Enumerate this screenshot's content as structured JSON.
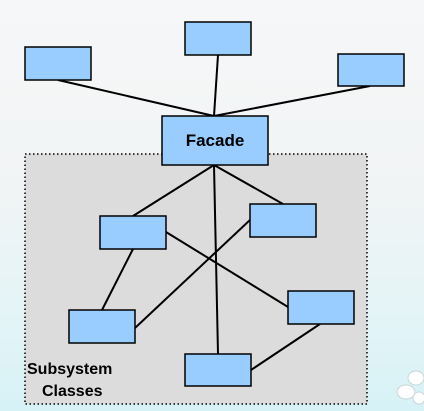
{
  "facade": {
    "label": "Facade"
  },
  "subsystem": {
    "label_line1": "Subsystem",
    "label_line2": "Classes"
  },
  "colors": {
    "box_fill": "#99ccff",
    "subsystem_fill": "#dcdcdc",
    "line": "#000000"
  }
}
